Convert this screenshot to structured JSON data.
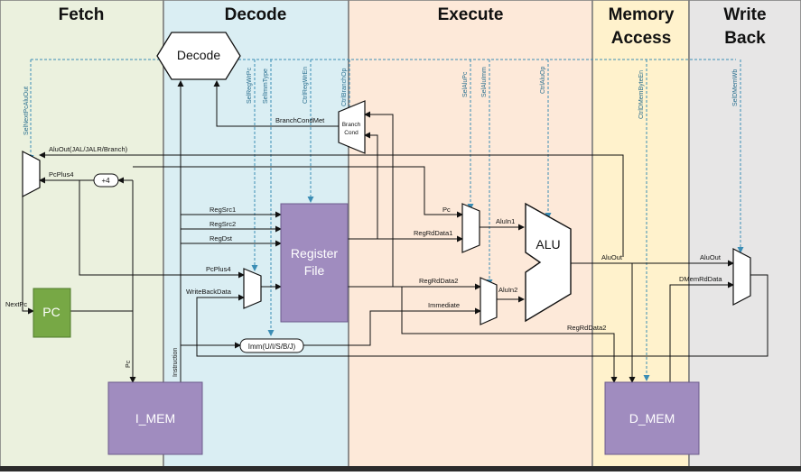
{
  "stages": {
    "fetch": "Fetch",
    "decode": "Decode",
    "execute": "Execute",
    "memory_line1": "Memory",
    "memory_line2": "Access",
    "writeback_line1": "Write",
    "writeback_line2": "Back"
  },
  "colors": {
    "fetch_bg": "#ebf1de",
    "decode_bg": "#daeef3",
    "execute_bg": "#fde9d9",
    "memory_bg": "#fff2cc",
    "writeback_bg": "#e7e6e6",
    "module_fill": "#a08cbf",
    "pc_fill": "#77a845",
    "control_wire": "#3b8db5"
  },
  "blocks": {
    "decode_unit": "Decode",
    "pc": "PC",
    "imem": "I_MEM",
    "regfile_line1": "Register",
    "regfile_line2": "File",
    "alu": "ALU",
    "dmem": "D_MEM",
    "branch_line1": "Branch",
    "branch_line2": "Cond",
    "imm": "Imm(U/I/S/B/J)",
    "plus4": "+4"
  },
  "control_signals": {
    "sel_next_pc": "SelNextPcAluOut",
    "sel_reg_wr_pc": "SelRegWrPc",
    "sel_imm_type": "SelImmType",
    "ctrl_reg_wr_en": "CtrlRegWrEn",
    "ctrl_branch_op": "CtrlBranchOp",
    "sel_alu_pc": "SelAluPc",
    "sel_alu_imm": "SelAluImm",
    "ctrl_alu_op": "CtrlAluOp",
    "ctrl_dmem_byte_en": "CtrlDMemByteEn",
    "sel_dmem_wb": "SelDMemWb"
  },
  "signals": {
    "branch_cond_met": "BranchCondMet",
    "alu_out_jal": "AluOut(JAL/JALR/Branch)",
    "pc_plus4": "PcPlus4",
    "next_pc": "NextPc",
    "pc": "Pc",
    "instruction": "Instruction",
    "reg_src1": "RegSrc1",
    "reg_src2": "RegSrc2",
    "reg_dst": "RegDst",
    "pc_plus4_wb": "PcPlus4",
    "write_back_data": "WriteBackData",
    "pc_alu": "Pc",
    "reg_rd_data1": "RegRdData1",
    "alu_in1": "AluIn1",
    "reg_rd_data2": "RegRdData2",
    "immediate": "Immediate",
    "alu_in2": "AluIn2",
    "alu_out": "AluOut",
    "reg_rd_data2_mem": "RegRdData2",
    "alu_out_wb": "AluOut",
    "dmem_rd_data": "DMemRdData"
  }
}
